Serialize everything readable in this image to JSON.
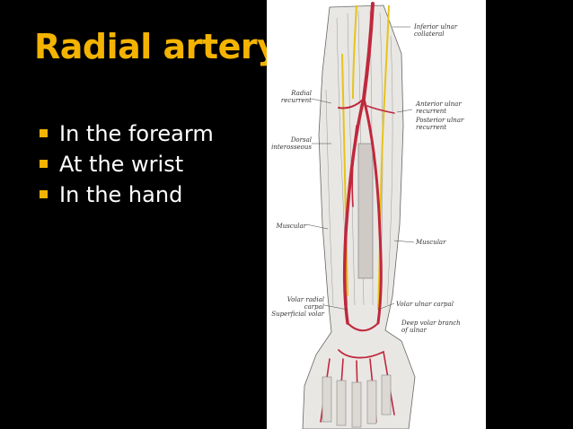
{
  "slide": {
    "title": "Radial artery",
    "bullets": [
      "In the forearm",
      "At the wrist",
      "In the hand"
    ]
  },
  "figure": {
    "labels": {
      "inferior_ulnar_collateral": [
        "Inferior ulnar",
        "collateral"
      ],
      "radial_recurrent": [
        "Radial",
        "recurrent"
      ],
      "anterior_ulnar_recurrent": [
        "Anterior ulnar",
        "recurrent"
      ],
      "posterior_ulnar_recurrent": [
        "Posterior ulnar",
        "recurrent"
      ],
      "dorsal_interosseous": [
        "Dorsal",
        "interosseous"
      ],
      "muscular_left": "Muscular",
      "muscular_right": "Muscular",
      "volar_radial_carpal": [
        "Volar radial carpal",
        "Superficial volar"
      ],
      "volar_ulnar_carpal": "Volar ulnar carpal",
      "deep_volar_branch": [
        "Deep volar branch",
        "of ulnar"
      ]
    }
  },
  "colors": {
    "accent": "#f3b300",
    "background": "#000000",
    "text": "#ffffff",
    "artery": "#c0283c",
    "nerve": "#e6c419"
  }
}
